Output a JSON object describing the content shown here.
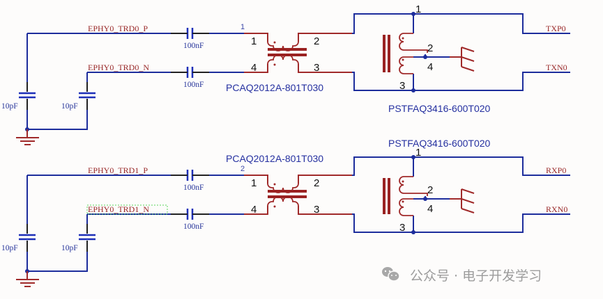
{
  "channels": [
    {
      "net_p": "EPHY0_TRD0_P",
      "net_n": "EPHY0_TRD0_N",
      "shunt_cap_p": "10pF",
      "shunt_cap_n": "10pF",
      "series_cap_p": "100nF",
      "series_cap_n": "100nF",
      "line_index": "1",
      "cmc_part": "PCAQ2012A-801T030",
      "cmc_pins": [
        "1",
        "2",
        "4",
        "3"
      ],
      "xfmr_part": "PSTFAQ3416-600T020",
      "xfmr_pins": [
        "1",
        "2",
        "4",
        "3"
      ],
      "out_p": "TXP0",
      "out_n": "TXN0",
      "selected_net_n": false
    },
    {
      "net_p": "EPHY0_TRD1_P",
      "net_n": "EPHY0_TRD1_N",
      "shunt_cap_p": "10pF",
      "shunt_cap_n": "10pF",
      "series_cap_p": "100nF",
      "series_cap_n": "100nF",
      "line_index": "2",
      "cmc_part": "PCAQ2012A-801T030",
      "cmc_pins": [
        "1",
        "2",
        "4",
        "3"
      ],
      "xfmr_part": "PSTFAQ3416-600T020",
      "xfmr_pins": [
        "1",
        "2",
        "4",
        "3"
      ],
      "out_p": "RXP0",
      "out_n": "RXN0",
      "selected_net_n": true
    }
  ],
  "watermark": {
    "icon": "wechat-icon",
    "text": "公众号 · 电子开发学习"
  },
  "colors": {
    "wire": "#1d2d9c",
    "component": "#a02a2a",
    "net_label": "#9a2a2a",
    "part_label": "#2530a0",
    "watermark": "#9c9c9c"
  }
}
